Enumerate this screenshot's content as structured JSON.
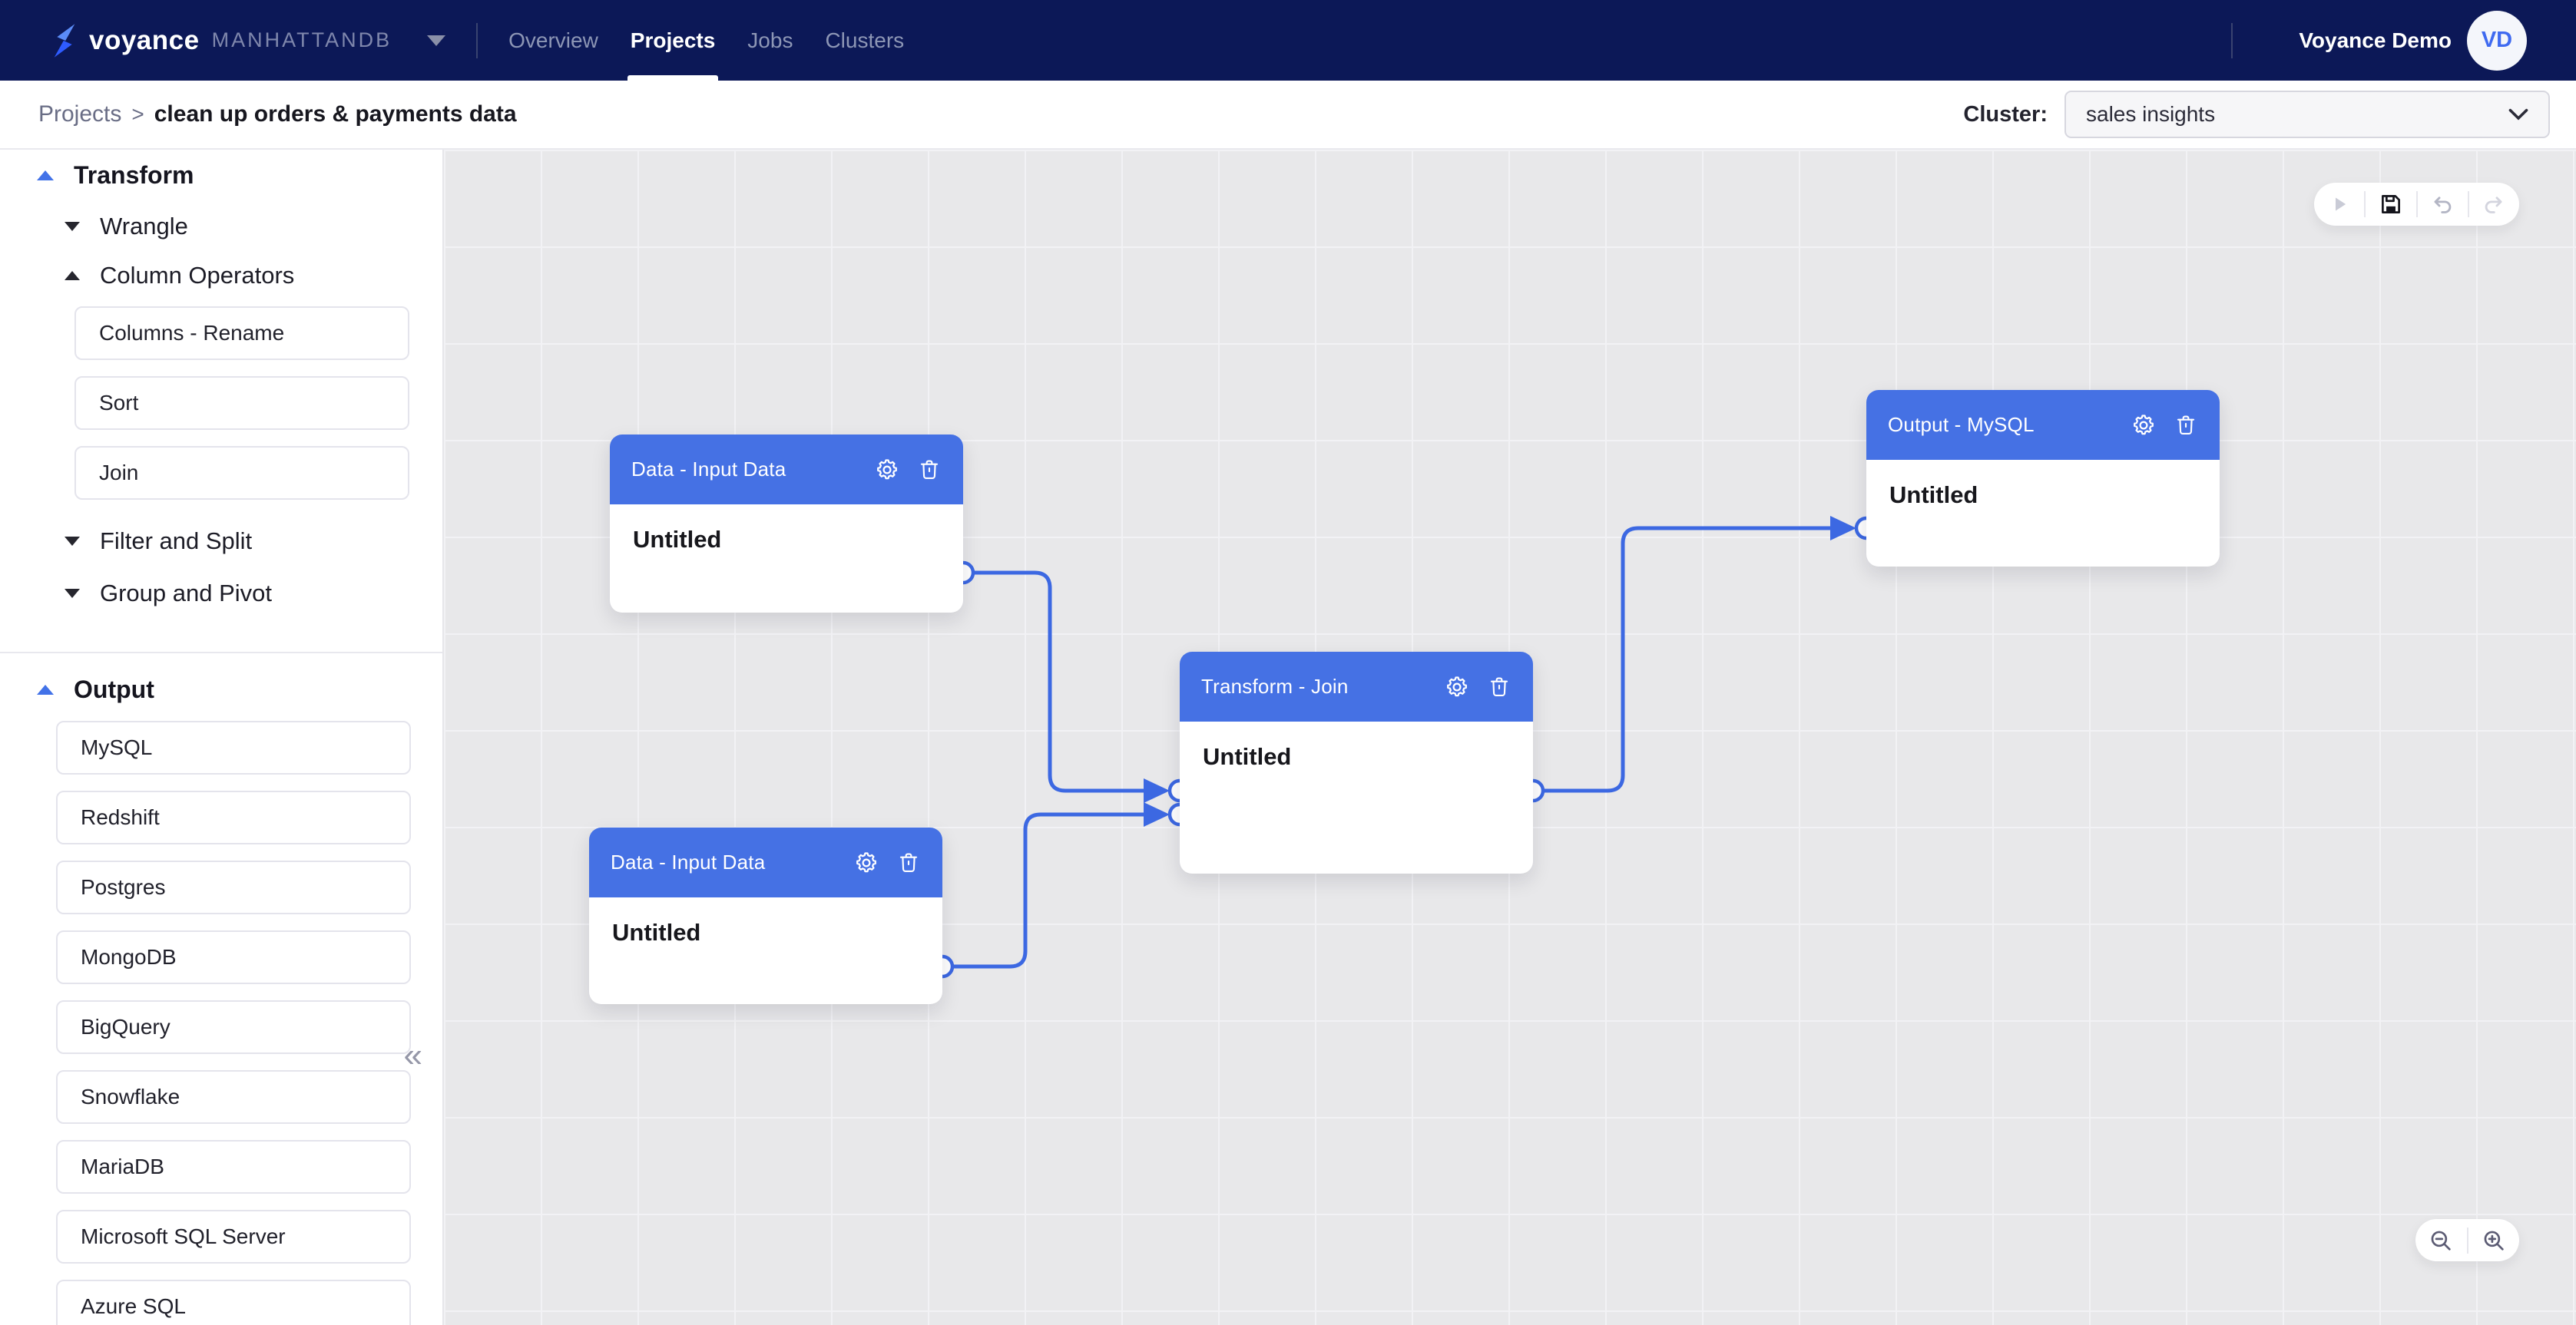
{
  "navbar": {
    "brand": "voyance",
    "workspace": "MANHATTANDB",
    "items": [
      {
        "label": "Overview",
        "active": false
      },
      {
        "label": "Projects",
        "active": true
      },
      {
        "label": "Jobs",
        "active": false
      },
      {
        "label": "Clusters",
        "active": false
      }
    ],
    "user_name": "Voyance Demo",
    "avatar_initials": "VD"
  },
  "breadcrumb": {
    "parent": "Projects",
    "separator": ">",
    "title": "clean up orders & payments data"
  },
  "cluster_selector": {
    "label": "Cluster:",
    "selected": "sales insights"
  },
  "sidebar": {
    "transform": {
      "label": "Transform",
      "groups": [
        {
          "label": "Wrangle",
          "state": "collapsed"
        },
        {
          "label": "Column Operators",
          "state": "expanded"
        },
        {
          "label": "Filter and Split",
          "state": "collapsed"
        },
        {
          "label": "Group and Pivot",
          "state": "collapsed"
        }
      ],
      "column_operator_items": [
        "Columns - Rename",
        "Sort",
        "Join"
      ]
    },
    "output": {
      "label": "Output",
      "items": [
        "MySQL",
        "Redshift",
        "Postgres",
        "MongoDB",
        "BigQuery",
        "Snowflake",
        "MariaDB",
        "Microsoft SQL Server",
        "Azure SQL"
      ]
    },
    "collapse_icon": "«"
  },
  "canvas": {
    "nodes": {
      "input1": {
        "title": "Data - Input Data",
        "body": "Untitled"
      },
      "input2": {
        "title": "Data - Input Data",
        "body": "Untitled"
      },
      "join": {
        "title": "Transform - Join",
        "body": "Untitled"
      },
      "output": {
        "title": "Output - MySQL",
        "body": "Untitled"
      }
    },
    "toolbar": {
      "icons": [
        "play-icon",
        "save-icon",
        "undo-icon",
        "redo-icon"
      ]
    },
    "zoom_controls": {
      "icons": [
        "zoom-out-icon",
        "zoom-in-icon"
      ]
    }
  },
  "colors": {
    "navbar_bg": "#0c1857",
    "node_header_blue": "#4571e4",
    "edge_blue": "#3c68e2",
    "canvas_bg": "#e8e8ea"
  }
}
